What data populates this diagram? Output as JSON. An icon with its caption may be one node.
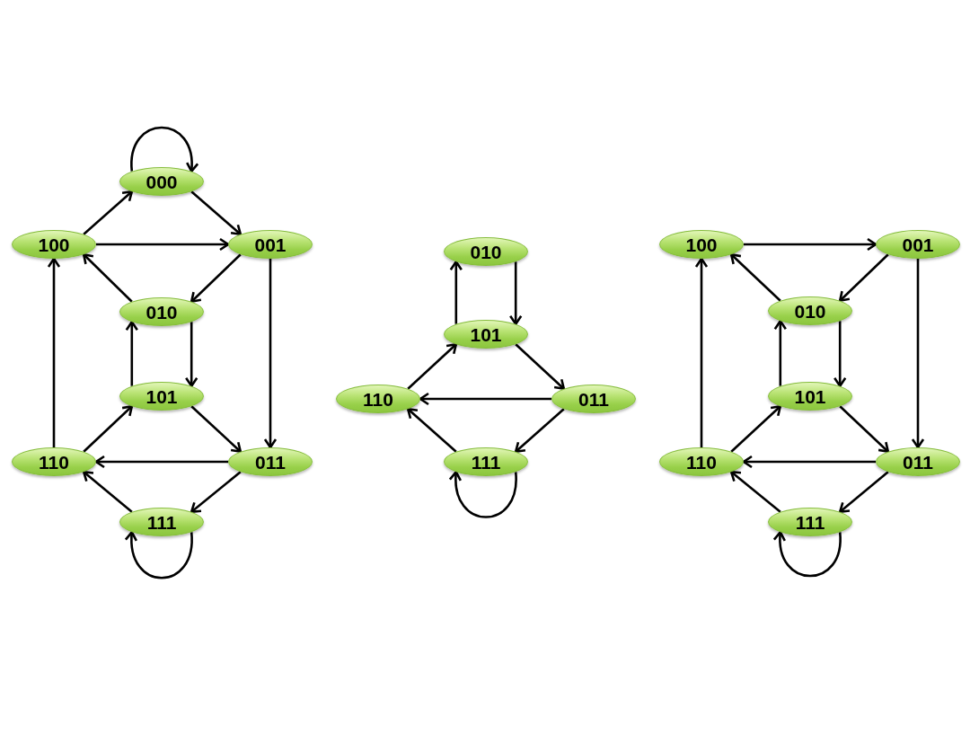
{
  "diagram": {
    "nodes": [
      {
        "text": [
          "000"
        ]
      },
      {
        "text": [
          "100"
        ]
      },
      {
        "text": [
          "001"
        ]
      },
      {
        "text": [
          "010"
        ]
      },
      {
        "text": [
          "101"
        ]
      },
      {
        "text": [
          "110"
        ]
      },
      {
        "text": [
          "011"
        ]
      },
      {
        "text": [
          "111"
        ]
      },
      {
        "text": [
          "010"
        ]
      },
      {
        "text": [
          "101"
        ]
      },
      {
        "text": [
          "110"
        ]
      },
      {
        "text": [
          "011"
        ]
      },
      {
        "text": [
          "111"
        ]
      },
      {
        "text": [
          "100"
        ]
      },
      {
        "text": [
          "001"
        ]
      },
      {
        "text": [
          "010"
        ]
      },
      {
        "text": [
          "101"
        ]
      },
      {
        "text": [
          "110"
        ]
      },
      {
        "text": [
          "011"
        ]
      },
      {
        "text": [
          "111"
        ]
      }
    ],
    "edges": [
      {
        "from": 0,
        "to": 0,
        "arrow": "to"
      },
      {
        "from": 1,
        "to": 0,
        "arrow": "to"
      },
      {
        "from": 0,
        "to": 2,
        "arrow": "to"
      },
      {
        "from": 1,
        "to": 2,
        "arrow": "to"
      },
      {
        "from": 2,
        "to": 3,
        "arrow": "to"
      },
      {
        "from": 3,
        "to": 1,
        "arrow": "to"
      },
      {
        "from": 3,
        "to": 4,
        "arrow": "to"
      },
      {
        "from": 4,
        "to": 3,
        "arrow": "to"
      },
      {
        "from": 5,
        "to": 1,
        "arrow": "to"
      },
      {
        "from": 2,
        "to": 6,
        "arrow": "to"
      },
      {
        "from": 5,
        "to": 4,
        "arrow": "to"
      },
      {
        "from": 4,
        "to": 6,
        "arrow": "to"
      },
      {
        "from": 6,
        "to": 5,
        "arrow": "to"
      },
      {
        "from": 6,
        "to": 7,
        "arrow": "to"
      },
      {
        "from": 7,
        "to": 5,
        "arrow": "to"
      },
      {
        "from": 7,
        "to": 7,
        "arrow": "to"
      },
      {
        "from": 9,
        "to": 8,
        "arrow": "to"
      },
      {
        "from": 8,
        "to": 9,
        "arrow": "to"
      },
      {
        "from": 10,
        "to": 9,
        "arrow": "to"
      },
      {
        "from": 9,
        "to": 11,
        "arrow": "to"
      },
      {
        "from": 11,
        "to": 10,
        "arrow": "to"
      },
      {
        "from": 11,
        "to": 12,
        "arrow": "to"
      },
      {
        "from": 12,
        "to": 10,
        "arrow": "to"
      },
      {
        "from": 12,
        "to": 12,
        "arrow": "to"
      },
      {
        "from": 13,
        "to": 14,
        "arrow": "to"
      },
      {
        "from": 14,
        "to": 15,
        "arrow": "to"
      },
      {
        "from": 15,
        "to": 13,
        "arrow": "to"
      },
      {
        "from": 15,
        "to": 16,
        "arrow": "to"
      },
      {
        "from": 16,
        "to": 15,
        "arrow": "to"
      },
      {
        "from": 17,
        "to": 13,
        "arrow": "to"
      },
      {
        "from": 14,
        "to": 18,
        "arrow": "to"
      },
      {
        "from": 17,
        "to": 16,
        "arrow": "to"
      },
      {
        "from": 16,
        "to": 18,
        "arrow": "to"
      },
      {
        "from": 18,
        "to": 17,
        "arrow": "to"
      },
      {
        "from": 18,
        "to": 19,
        "arrow": "to"
      },
      {
        "from": 19,
        "to": 17,
        "arrow": "to"
      },
      {
        "from": 19,
        "to": 19,
        "arrow": "to"
      }
    ]
  }
}
